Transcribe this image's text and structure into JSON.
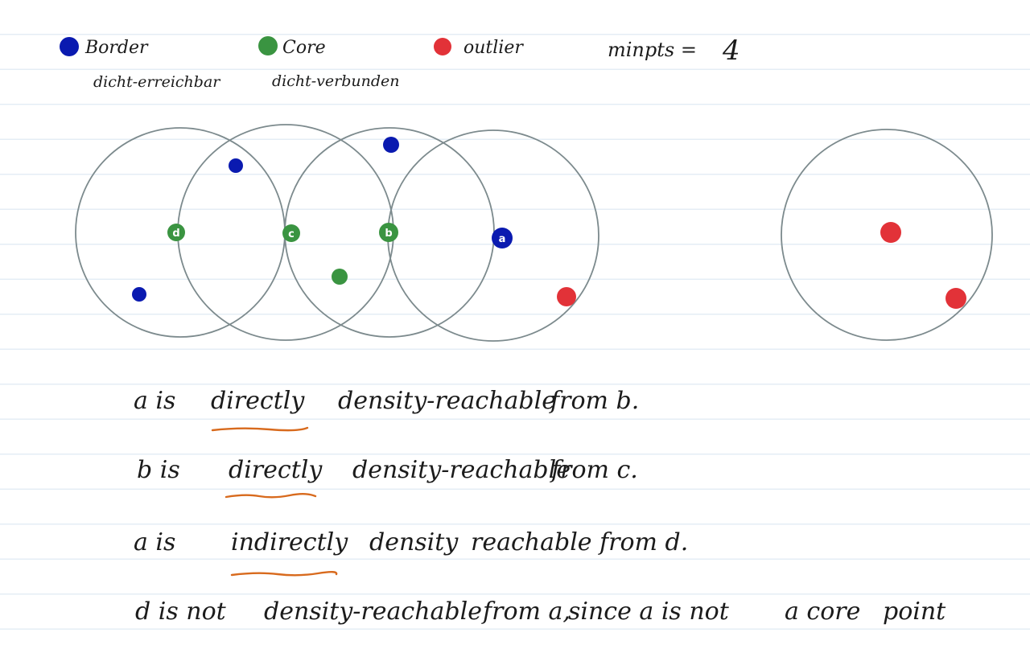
{
  "colors": {
    "border": "#0a1ab0",
    "core": "#3a9441",
    "outlier": "#e23238",
    "circle": "#7c8a8d",
    "underline": "#d86a1d",
    "ink": "#1b1b1b"
  },
  "legend": {
    "border": {
      "label": "Border",
      "sublabel": "dicht-erreichbar"
    },
    "core": {
      "label": "Core",
      "sublabel": "dicht-verbunden"
    },
    "outlier": {
      "label": "outlier"
    },
    "minpts": {
      "label": "minpts =",
      "value": "4"
    }
  },
  "points": {
    "a": "a",
    "b": "b",
    "c": "c",
    "d": "d"
  },
  "statements": [
    {
      "parts": [
        "a is",
        "directly",
        "density-reachable",
        "from b."
      ]
    },
    {
      "parts": [
        "b is",
        "directly",
        "density-reachable",
        "from c."
      ]
    },
    {
      "parts": [
        "a is",
        "indirectly",
        "density",
        "reachable",
        "from d."
      ]
    },
    {
      "parts": [
        "d is not",
        "density-reachable",
        "from a,",
        "since a is not",
        "a core",
        "point"
      ]
    }
  ]
}
